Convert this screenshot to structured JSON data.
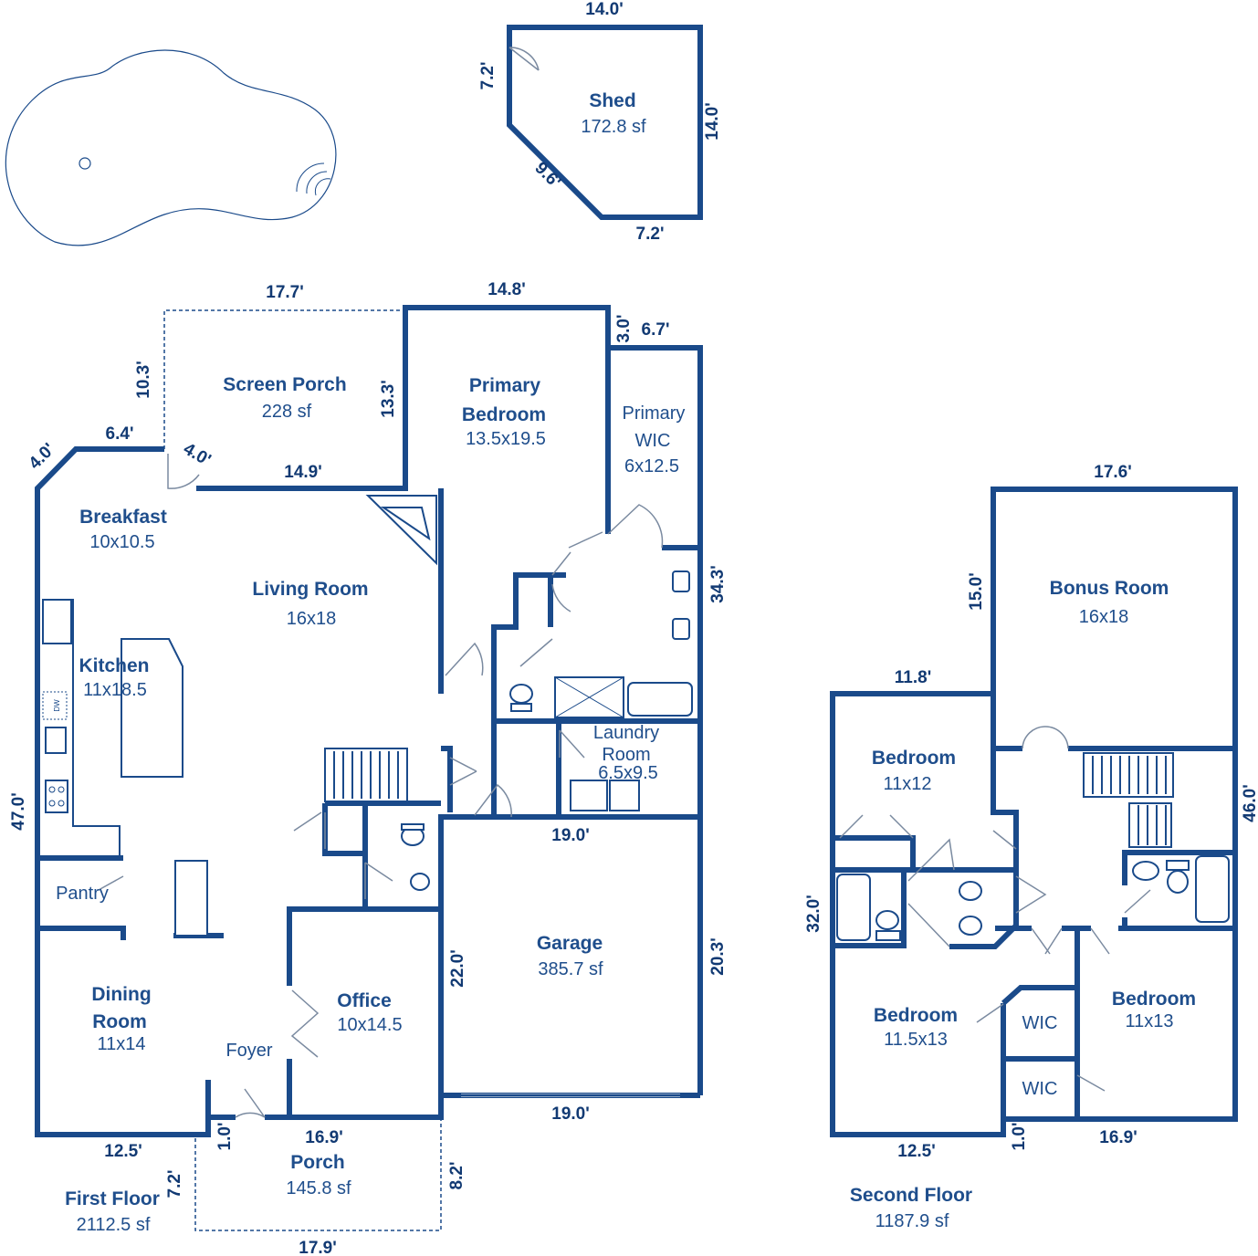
{
  "shed": {
    "name": "Shed",
    "area": "172.8 sf",
    "dims": [
      "14.0'",
      "7.2'",
      "14.0'",
      "9.6'",
      "7.2'"
    ]
  },
  "first_floor": {
    "title": "First Floor",
    "area": "2112.5 sf",
    "rooms": {
      "screen_porch": {
        "name": "Screen Porch",
        "size": "228 sf"
      },
      "primary_bedroom": {
        "name1": "Primary",
        "name2": "Bedroom",
        "size": "13.5x19.5"
      },
      "primary_wic": {
        "name1": "Primary",
        "name2": "WIC",
        "size": "6x12.5"
      },
      "breakfast": {
        "name": "Breakfast",
        "size": "10x10.5"
      },
      "living_room": {
        "name": "Living Room",
        "size": "16x18"
      },
      "kitchen": {
        "name": "Kitchen",
        "size": "11x18.5"
      },
      "laundry": {
        "name1": "Laundry",
        "name2": "Room",
        "size": "6.5x9.5"
      },
      "pantry": {
        "name": "Pantry"
      },
      "garage": {
        "name": "Garage",
        "size": "385.7 sf"
      },
      "dining": {
        "name1": "Dining",
        "name2": "Room",
        "size": "11x14"
      },
      "office": {
        "name": "Office",
        "size": "10x14.5"
      },
      "foyer": {
        "name": "Foyer"
      },
      "porch": {
        "name": "Porch",
        "size": "145.8 sf"
      },
      "dw": {
        "name": "DW"
      }
    },
    "dims": {
      "screen_top": "17.7'",
      "screen_left": "10.3'",
      "screen_right": "13.3'",
      "primary_top": "14.8'",
      "step": "3.0'",
      "wic_top": "6.7'",
      "break_diag": "4.0'",
      "break_top": "6.4'",
      "door_diag": "4.0'",
      "living_top": "14.9'",
      "right_side": "34.3'",
      "left_side": "47.0'",
      "laundry_bottom": "19.0'",
      "garage_left": "22.0'",
      "garage_right": "20.3'",
      "garage_bottom": "19.0'",
      "bottom_left": "12.5'",
      "jog": "1.0'",
      "bottom_mid": "16.9'",
      "porch_left": "7.2'",
      "porch_right": "8.2'",
      "porch_bottom": "17.9'"
    }
  },
  "second_floor": {
    "title": "Second Floor",
    "area": "1187.9 sf",
    "rooms": {
      "bonus": {
        "name": "Bonus Room",
        "size": "16x18"
      },
      "bedroom1": {
        "name": "Bedroom",
        "size": "11x12"
      },
      "bedroom2": {
        "name": "Bedroom",
        "size": "11.5x13"
      },
      "bedroom3": {
        "name": "Bedroom",
        "size": "11x13"
      },
      "wic1": {
        "name": "WIC"
      },
      "wic2": {
        "name": "WIC"
      }
    },
    "dims": {
      "bonus_top": "17.6'",
      "bonus_left": "15.0'",
      "bed_top": "11.8'",
      "right_side": "46.0'",
      "left_side": "32.0'",
      "bottom_left": "12.5'",
      "jog": "1.0'",
      "bottom_right": "16.9'"
    }
  },
  "colors": {
    "wall": "#1a4a8a",
    "label": "#1f4e8c"
  }
}
